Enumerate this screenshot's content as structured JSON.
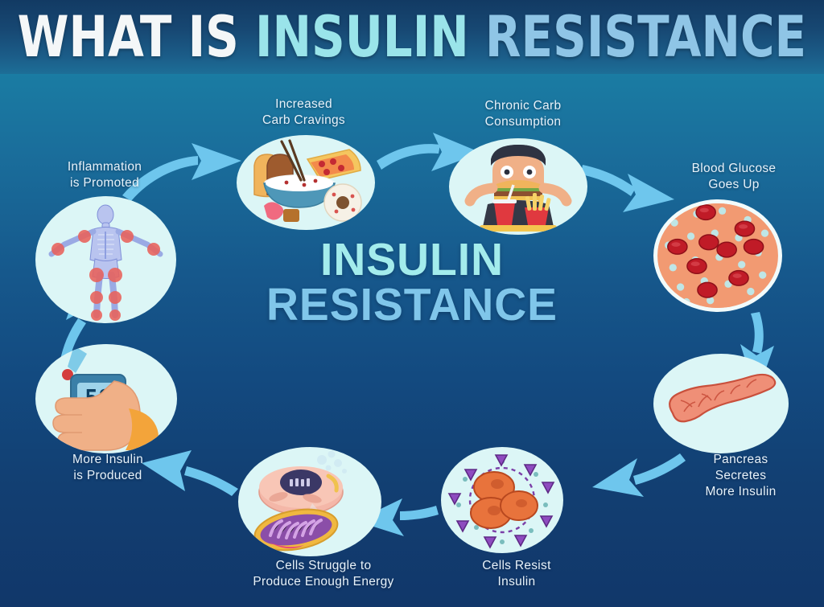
{
  "header": {
    "title_part1": "WHAT IS ",
    "title_part2": "INSULIN ",
    "title_part3": "RESISTANCE"
  },
  "center": {
    "line1": "INSULIN",
    "line2": "RESISTANCE"
  },
  "colors": {
    "background_top": "#1a7ca3",
    "background_bottom": "#11376a",
    "header_band": "#174873",
    "bubble_fill": "#dcf6f6",
    "arrow": "#6ec6ed",
    "title_white": "#f4f7f8",
    "title_cyan": "#9ae4ea",
    "title_blue": "#8fc5e6",
    "center_cyan": "#a3ecec",
    "center_blue": "#80c6ea",
    "label_text": "#e7f2fa",
    "blood_fill": "#f2a07c",
    "blood_cell": "#c01b27",
    "glucose_dot": "#bfe6e6",
    "pancreas": "#ef8f77",
    "insulin_triangle": "#8e4bbf",
    "cell_orange": "#e8733c",
    "mito_pink": "#f4b7a8"
  },
  "nodes": [
    {
      "id": "increased-carb-cravings",
      "label": "Increased\nCarb Cravings",
      "icon": "junk-food-icon",
      "order": 1
    },
    {
      "id": "chronic-carb-consumption",
      "label": "Chronic Carb\nConsumption",
      "icon": "man-eating-burger-icon",
      "order": 2
    },
    {
      "id": "blood-glucose-goes-up",
      "label": "Blood Glucose\nGoes Up",
      "icon": "blood-glucose-icon",
      "order": 3
    },
    {
      "id": "pancreas-secretes-more-insulin",
      "label": "Pancreas\nSecretes\nMore Insulin",
      "icon": "pancreas-icon",
      "order": 4
    },
    {
      "id": "cells-resist-insulin",
      "label": "Cells Resist\nInsulin",
      "icon": "cells-resisting-insulin-icon",
      "order": 5
    },
    {
      "id": "cells-struggle-to-produce-energy",
      "label": "Cells Struggle to\nProduce Enough Energy",
      "icon": "mitochondria-cell-icon",
      "order": 6
    },
    {
      "id": "more-insulin-is-produced",
      "label": "More Insulin\nis Produced",
      "icon": "glucometer-hand-icon",
      "order": 7
    },
    {
      "id": "inflammation-is-promoted",
      "label": "Inflammation\nis Promoted",
      "icon": "inflamed-body-icon",
      "order": 8
    }
  ],
  "glucometer": {
    "reading": "58"
  }
}
